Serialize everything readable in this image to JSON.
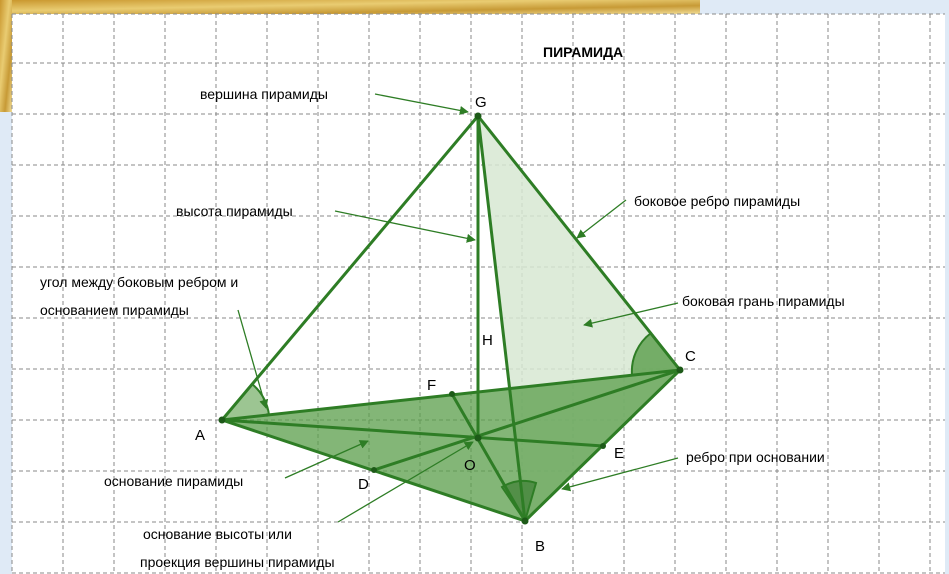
{
  "title": "ПИРАМИДА",
  "colors": {
    "page_bg": "#dfeaf6",
    "paper": "#ffffff",
    "grid": "#8a8a8a",
    "edge": "#2e7d25",
    "base_fill": "#5a9e4a",
    "lateral_face_fill": "#d7e8d2",
    "decor_gold": "#d8b24c"
  },
  "points": {
    "G": "G",
    "H": "H",
    "A": "A",
    "F": "F",
    "C": "C",
    "O": "O",
    "E": "E",
    "D": "D",
    "B": "B"
  },
  "labels": {
    "apex": "вершина пирамиды",
    "height": "высота пирамиды",
    "lateral_edge": "боковое ребро пирамиды",
    "angle_line1": "угол между боковым ребром и",
    "angle_line2": "основанием пирамиды",
    "lateral_face": "боковая грань пирамиды",
    "base": "основание пирамиды",
    "base_edge": "ребро при основании",
    "height_foot_line1": "основание высоты или",
    "height_foot_line2": "проекция вершины пирамиды"
  }
}
